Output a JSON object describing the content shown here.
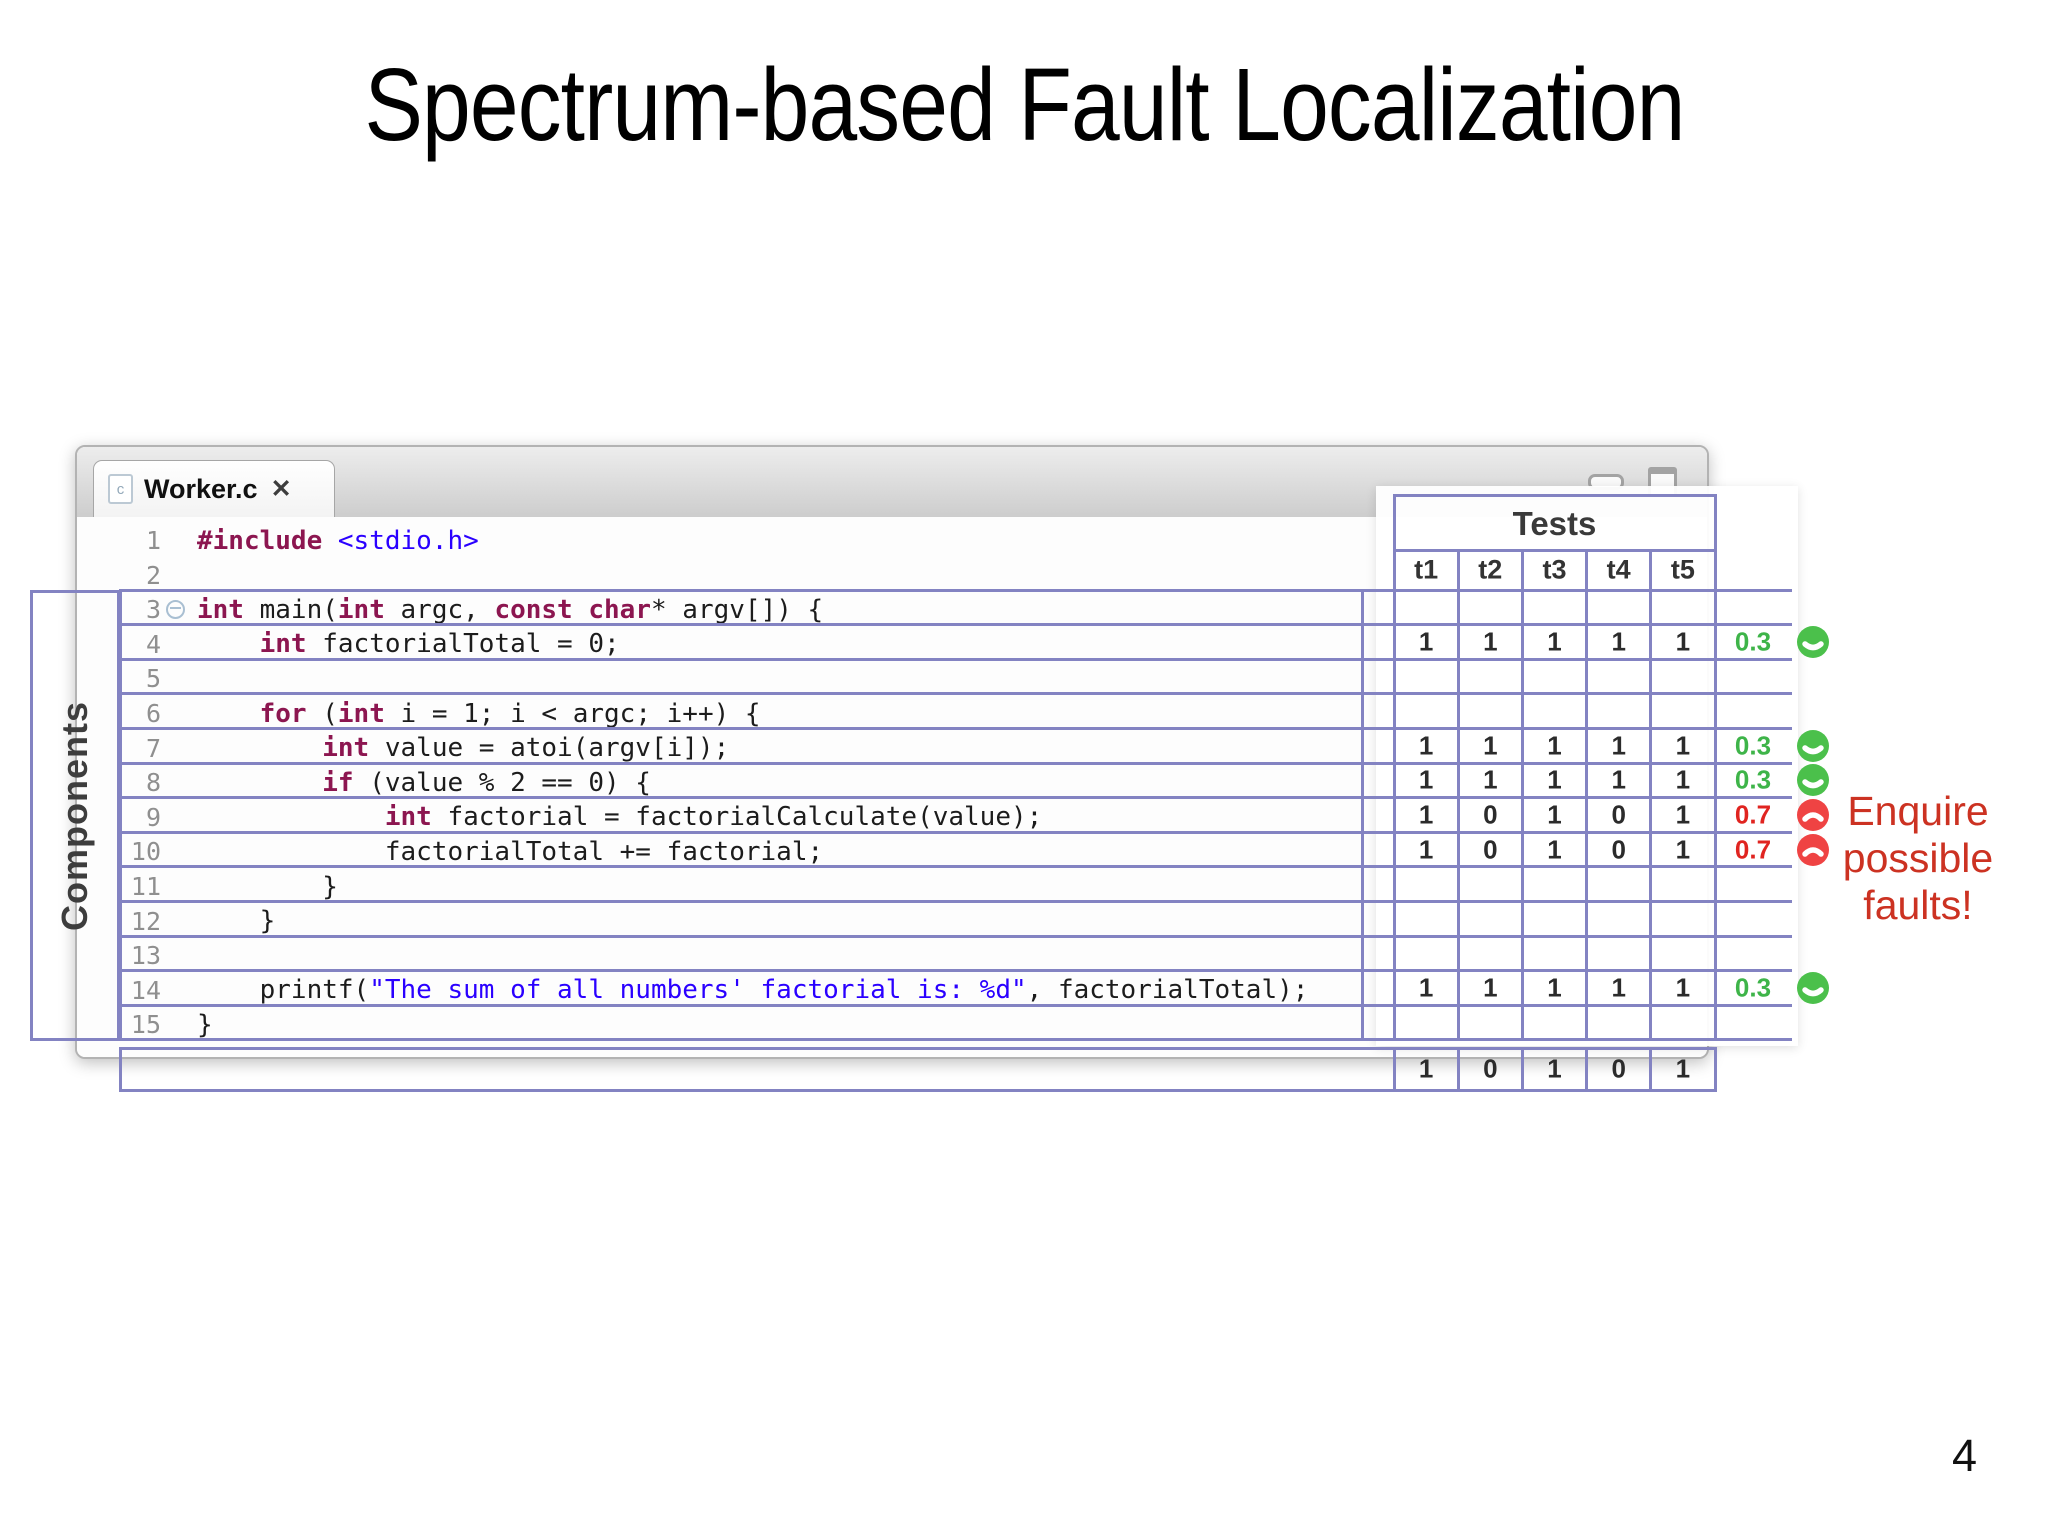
{
  "slide": {
    "title": "Spectrum-based Fault Localization",
    "page_number": "4",
    "components_label": "Components",
    "annotation_lines": [
      "Enquire",
      "possible",
      "faults!"
    ],
    "annotation_color": "#cc3222"
  },
  "editor": {
    "tab": {
      "title": "Worker.c",
      "close_glyph": "✕",
      "icon_letter": "c"
    },
    "window_controls": [
      "minimize",
      "maximize"
    ],
    "code_lines": [
      {
        "num": "1",
        "segments": [
          {
            "c": "kw",
            "t": "#include "
          },
          {
            "c": "str",
            "t": "<stdio.h>"
          }
        ]
      },
      {
        "num": "2",
        "segments": []
      },
      {
        "num": "3",
        "fold": true,
        "segments": [
          {
            "c": "kw",
            "t": "int"
          },
          {
            "c": "pl",
            "t": " main("
          },
          {
            "c": "kw",
            "t": "int"
          },
          {
            "c": "pl",
            "t": " argc, "
          },
          {
            "c": "kw",
            "t": "const"
          },
          {
            "c": "pl",
            "t": " "
          },
          {
            "c": "kw",
            "t": "char"
          },
          {
            "c": "pl",
            "t": "* argv[]) {"
          }
        ]
      },
      {
        "num": "4",
        "segments": [
          {
            "c": "pl",
            "t": "    "
          },
          {
            "c": "kw",
            "t": "int"
          },
          {
            "c": "pl",
            "t": " factorialTotal = 0;"
          }
        ]
      },
      {
        "num": "5",
        "segments": []
      },
      {
        "num": "6",
        "segments": [
          {
            "c": "pl",
            "t": "    "
          },
          {
            "c": "kw",
            "t": "for"
          },
          {
            "c": "pl",
            "t": " ("
          },
          {
            "c": "kw",
            "t": "int"
          },
          {
            "c": "pl",
            "t": " i = 1; i < argc; i++) {"
          }
        ]
      },
      {
        "num": "7",
        "segments": [
          {
            "c": "pl",
            "t": "        "
          },
          {
            "c": "kw",
            "t": "int"
          },
          {
            "c": "pl",
            "t": " value = atoi(argv[i]);"
          }
        ]
      },
      {
        "num": "8",
        "segments": [
          {
            "c": "pl",
            "t": "        "
          },
          {
            "c": "kw",
            "t": "if"
          },
          {
            "c": "pl",
            "t": " (value % 2 == 0) {"
          }
        ]
      },
      {
        "num": "9",
        "segments": [
          {
            "c": "pl",
            "t": "            "
          },
          {
            "c": "kw",
            "t": "int"
          },
          {
            "c": "pl",
            "t": " factorial = factorialCalculate(value);"
          }
        ]
      },
      {
        "num": "10",
        "segments": [
          {
            "c": "pl",
            "t": "            factorialTotal += factorial;"
          }
        ]
      },
      {
        "num": "11",
        "segments": [
          {
            "c": "pl",
            "t": "        }"
          }
        ]
      },
      {
        "num": "12",
        "segments": [
          {
            "c": "pl",
            "t": "    }"
          }
        ]
      },
      {
        "num": "13",
        "segments": []
      },
      {
        "num": "14",
        "segments": [
          {
            "c": "pl",
            "t": "    printf("
          },
          {
            "c": "str",
            "t": "\"The sum of all numbers' factorial is: %d\""
          },
          {
            "c": "pl",
            "t": ", factorialTotal);"
          }
        ]
      },
      {
        "num": "15",
        "segments": [
          {
            "c": "pl",
            "t": "}"
          }
        ]
      }
    ]
  },
  "matrix": {
    "header": "Tests",
    "columns": [
      "t1",
      "t2",
      "t3",
      "t4",
      "t5"
    ],
    "rows": [
      {
        "line": 4,
        "values": [
          "1",
          "1",
          "1",
          "1",
          "1"
        ],
        "score": "0.3",
        "status": "pass"
      },
      {
        "line": 7,
        "values": [
          "1",
          "1",
          "1",
          "1",
          "1"
        ],
        "score": "0.3",
        "status": "pass"
      },
      {
        "line": 8,
        "values": [
          "1",
          "1",
          "1",
          "1",
          "1"
        ],
        "score": "0.3",
        "status": "pass"
      },
      {
        "line": 9,
        "values": [
          "1",
          "0",
          "1",
          "0",
          "1"
        ],
        "score": "0.7",
        "status": "fail"
      },
      {
        "line": 10,
        "values": [
          "1",
          "0",
          "1",
          "0",
          "1"
        ],
        "score": "0.7",
        "status": "fail"
      },
      {
        "line": 14,
        "values": [
          "1",
          "1",
          "1",
          "1",
          "1"
        ],
        "score": "0.3",
        "status": "pass"
      }
    ],
    "result_row": {
      "values": [
        "1",
        "0",
        "1",
        "0",
        "1"
      ]
    },
    "colors": {
      "grid": "#8383c2",
      "pass_text": "#3eb449",
      "fail_text": "#e02420",
      "pass_icon": "#4bc04b",
      "fail_icon": "#ef4343"
    }
  }
}
